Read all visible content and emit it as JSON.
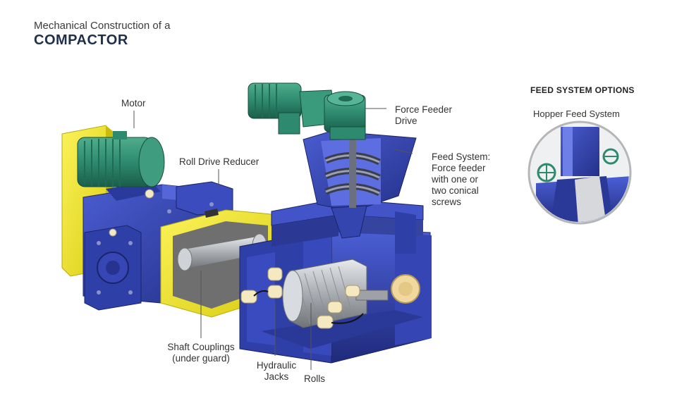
{
  "heading": {
    "subtitle": "Mechanical Construction of a",
    "title": "COMPACTOR"
  },
  "labels": {
    "motor": "Motor",
    "roll_drive_reducer": "Roll Drive Reducer",
    "force_feeder_drive": [
      "Force Feeder",
      "Drive"
    ],
    "feed_system": [
      "Feed System:",
      "Force feeder",
      "with one or",
      "two conical",
      "screws"
    ],
    "shaft_couplings": [
      "Shaft Couplings",
      "(under guard)"
    ],
    "hydraulic_jacks": [
      "Hydraulic",
      "Jacks"
    ],
    "rolls": "Rolls"
  },
  "feed_options": {
    "title": "FEED SYSTEM OPTIONS",
    "hopper": "Hopper Feed System"
  },
  "colors": {
    "frame_blue": "#2f3fa8",
    "guard_yellow": "#f2e51d",
    "motor_green": "#2e8a6e",
    "roll_silver": "#b9bcc0",
    "leader_line": "#555555"
  }
}
